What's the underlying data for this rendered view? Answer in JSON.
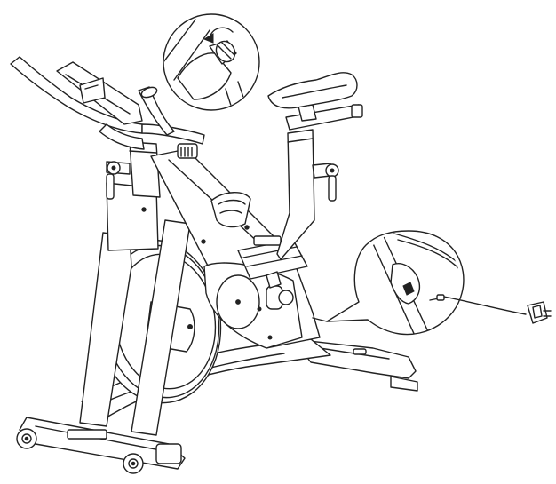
{
  "figure": {
    "subject": "exercise-bike",
    "colors": {
      "line": "#222222",
      "background": "#ffffff"
    },
    "callouts": [
      {
        "id": "knob-detail",
        "icon": "rotate-arrow-icon"
      },
      {
        "id": "power-port-detail",
        "icon": "power-plug-icon"
      }
    ]
  }
}
